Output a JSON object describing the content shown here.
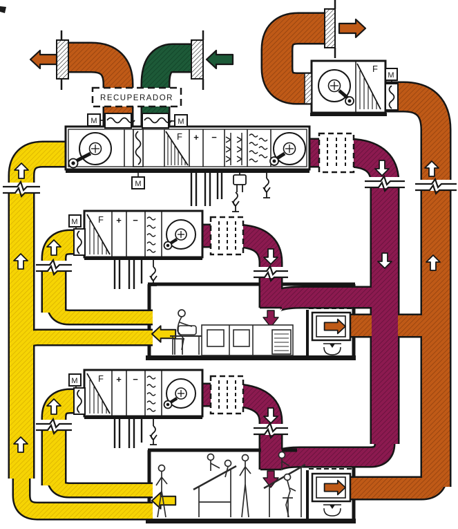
{
  "labels": {
    "recuperator": "RECUPERADOR",
    "motor": "M",
    "filter": "F",
    "heating_coil": "+",
    "cooling_coil": "−"
  },
  "colors": {
    "return_air_yellow": "#f6d404",
    "exhaust_air_orange": "#bf5a17",
    "fresh_air_green": "#1d5a38",
    "supply_air_maroon": "#8c1a50",
    "outline_black": "#1a1a1a",
    "paper_white": "#ffffff"
  }
}
